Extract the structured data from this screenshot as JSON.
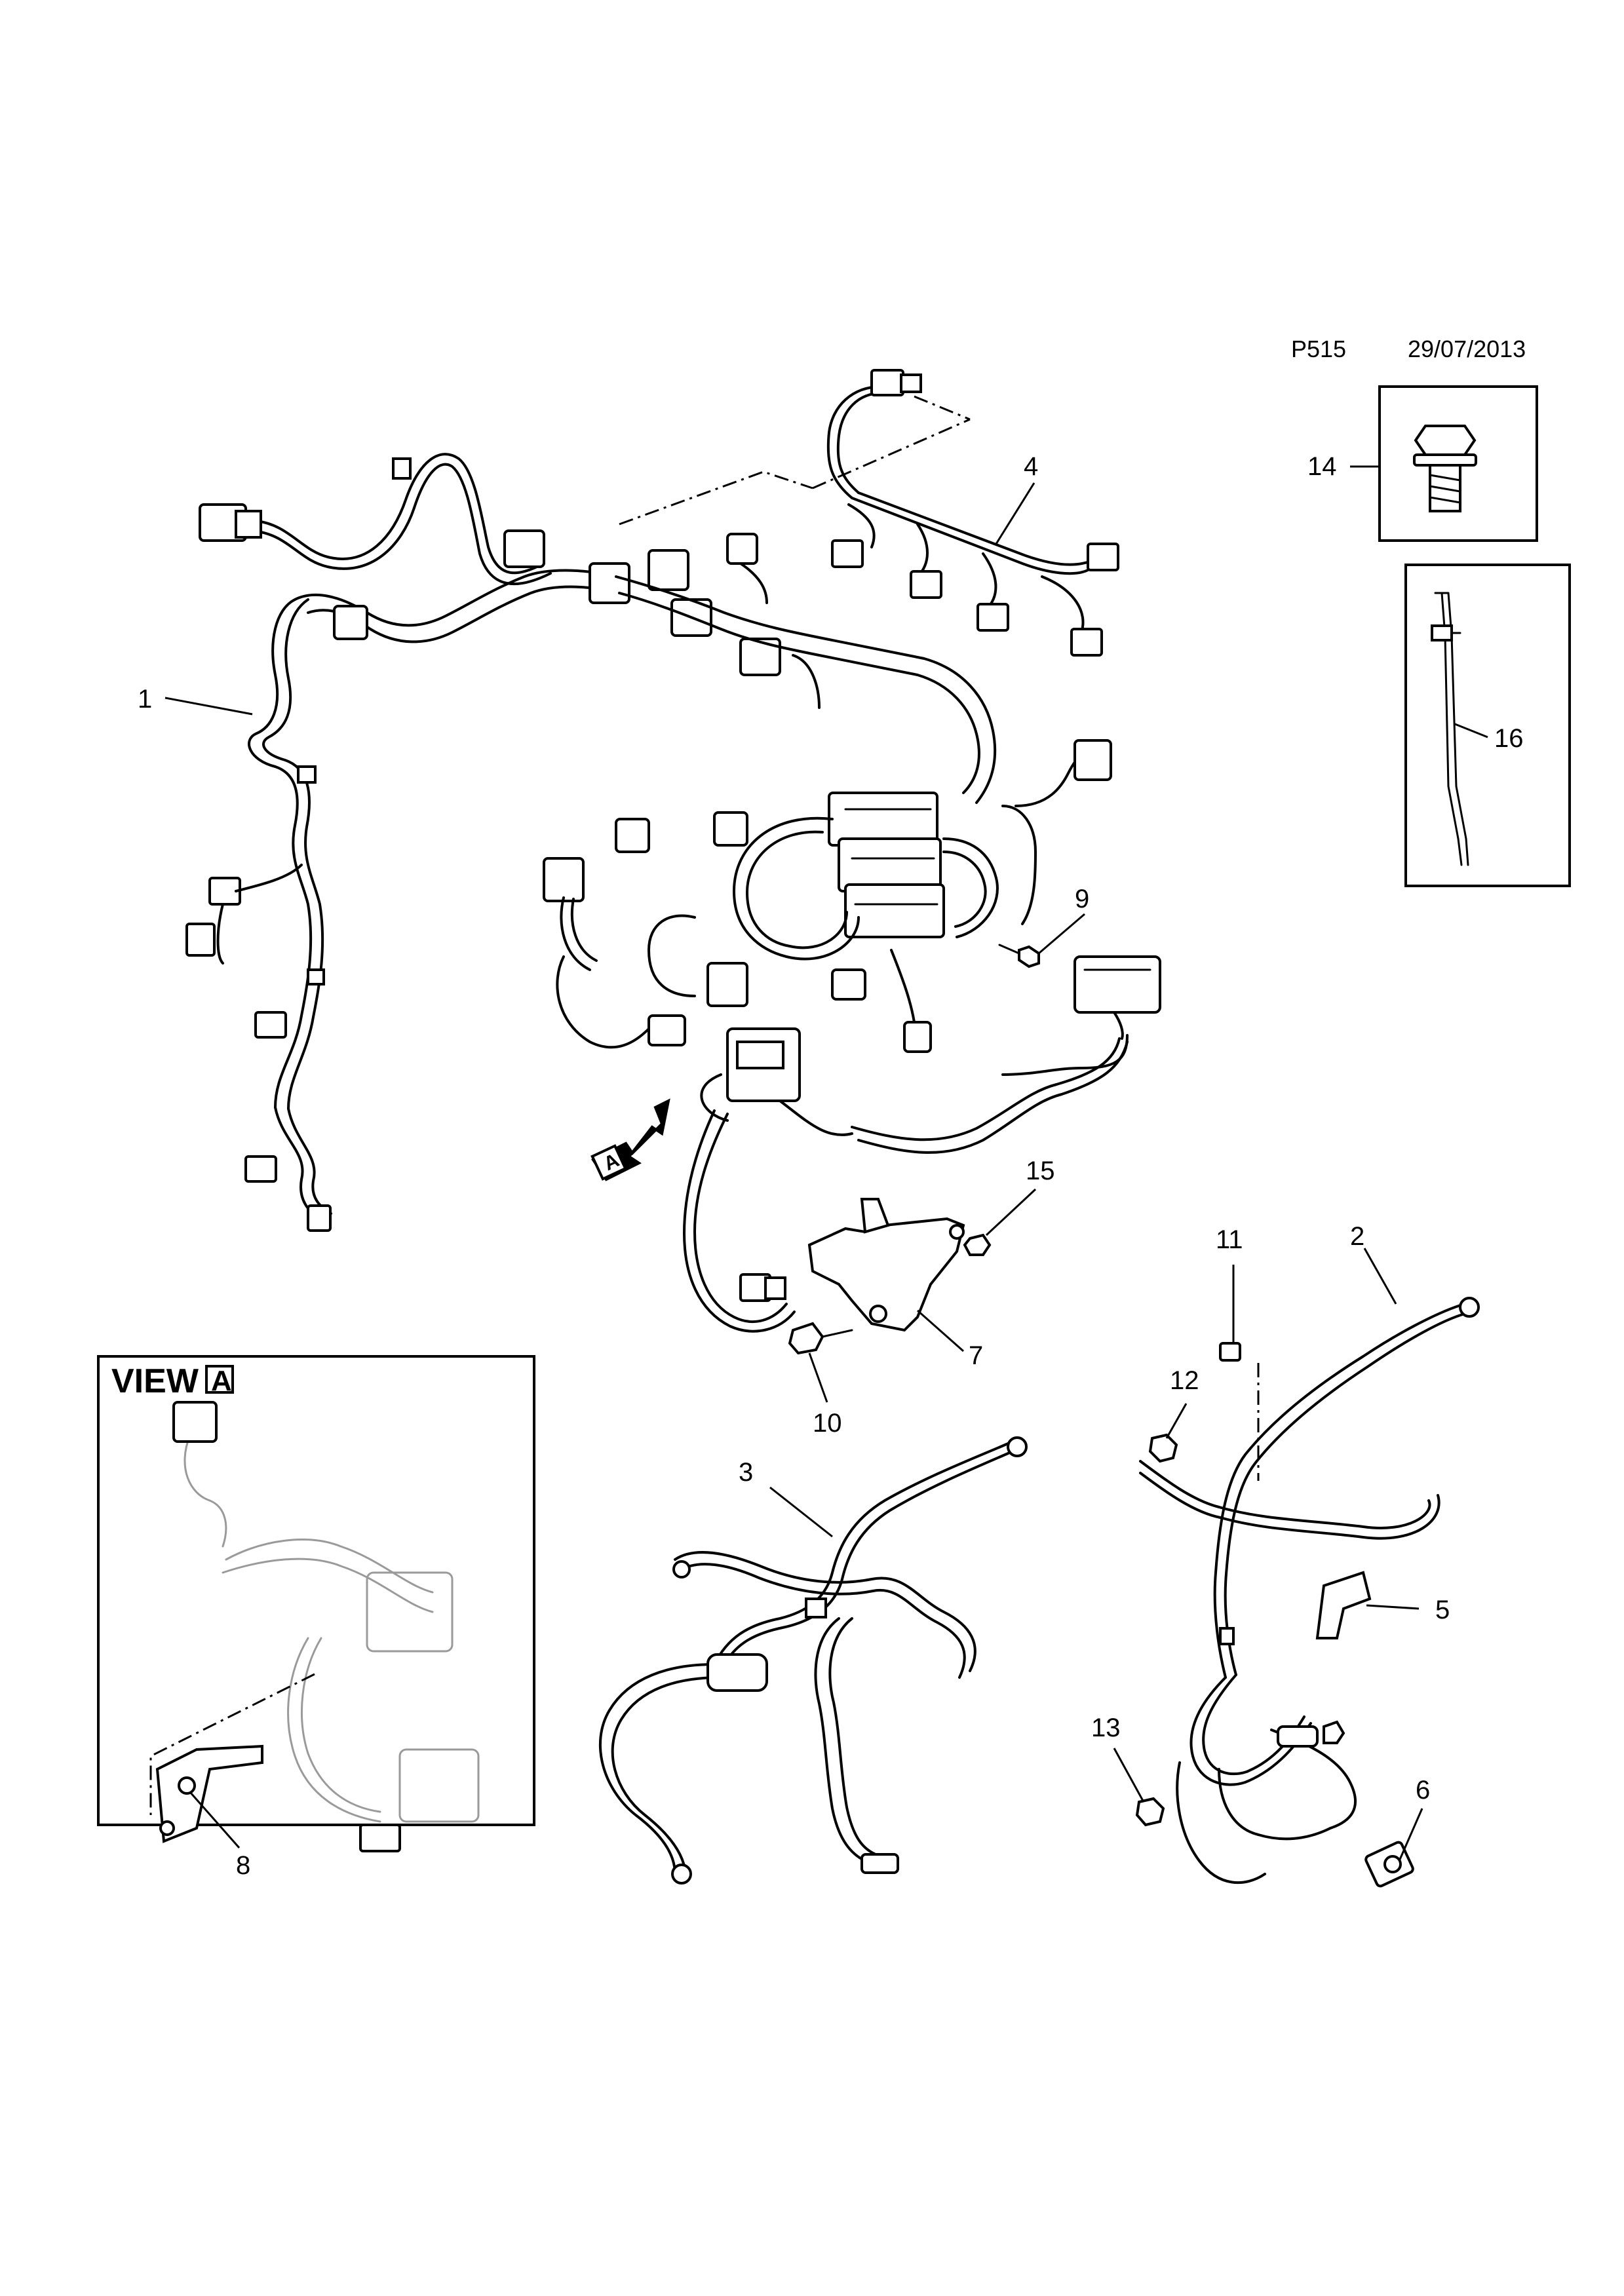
{
  "header": {
    "page_code": "P515",
    "date": "29/07/2013"
  },
  "view": {
    "title": "VIEW",
    "marker": "A"
  },
  "view_arrow_marker": "A",
  "callouts": [
    {
      "id": "c1",
      "label": "1"
    },
    {
      "id": "c2",
      "label": "2"
    },
    {
      "id": "c3",
      "label": "3"
    },
    {
      "id": "c4",
      "label": "4"
    },
    {
      "id": "c5",
      "label": "5"
    },
    {
      "id": "c6",
      "label": "6"
    },
    {
      "id": "c7",
      "label": "7"
    },
    {
      "id": "c8",
      "label": "8"
    },
    {
      "id": "c9",
      "label": "9"
    },
    {
      "id": "c10",
      "label": "10"
    },
    {
      "id": "c11",
      "label": "11"
    },
    {
      "id": "c12",
      "label": "12"
    },
    {
      "id": "c13",
      "label": "13"
    },
    {
      "id": "c14",
      "label": "14"
    },
    {
      "id": "c15",
      "label": "15"
    },
    {
      "id": "c16",
      "label": "16"
    }
  ]
}
